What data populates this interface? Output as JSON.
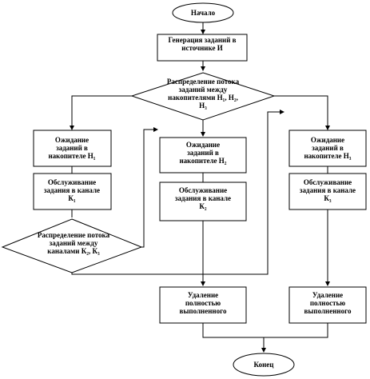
{
  "nodes": {
    "start": "Начало",
    "generate": [
      "Генерация заданий в",
      "источнике И"
    ],
    "distribute_h": [
      "Распределение потока",
      "заданий между",
      "накопителями Н₁, Н₂,",
      "Н₃"
    ],
    "wait_h1": [
      "Ожидание",
      "заданий в",
      "накопителе Н₁"
    ],
    "wait_h2": [
      "Ожидание",
      "заданий в",
      "накопителе Н₂"
    ],
    "wait_h3": [
      "Ожидание",
      "заданий в",
      "накопителе Н₃"
    ],
    "serve_k1": [
      "Обслуживание",
      "задания в канале",
      "К₁"
    ],
    "serve_k2": [
      "Обслуживание",
      "задания в канале",
      "К₂"
    ],
    "serve_k3": [
      "Обслуживание",
      "задания в канале",
      "К₃"
    ],
    "distribute_k": [
      "Распределение потока",
      "заданий между",
      "каналами К₂, К₃"
    ],
    "remove_left": [
      "Удаление",
      "полностью",
      "выполненного"
    ],
    "remove_right": [
      "Удаление",
      "полностью",
      "выполненного"
    ],
    "end": "Конец"
  }
}
